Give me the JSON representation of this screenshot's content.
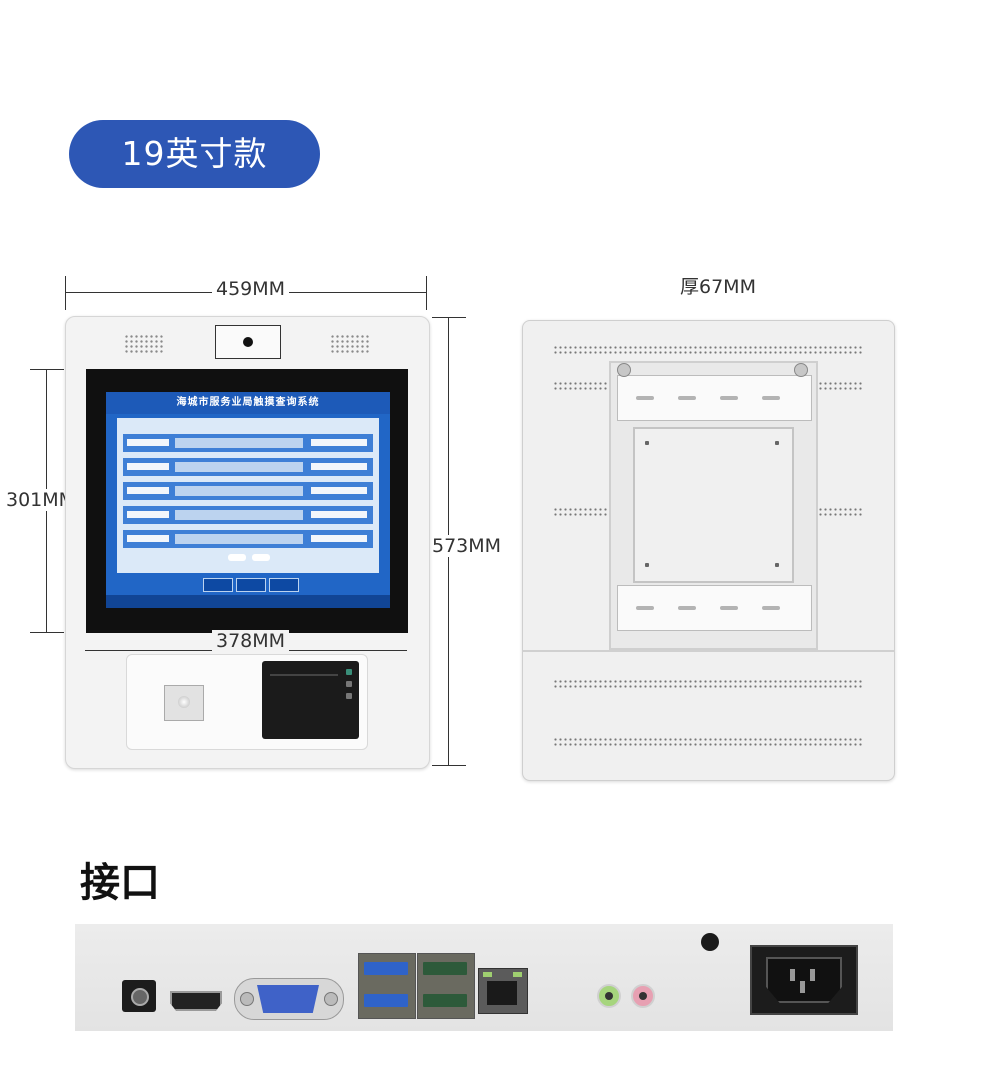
{
  "badge": {
    "label": "19英寸款"
  },
  "front_view": {
    "width_label": "459MM",
    "screen_height_label": "301MM",
    "screen_width_label": "378MM",
    "height_label": "573MM",
    "screen": {
      "title": "海城市服务业局触摸查询系统"
    }
  },
  "back_view": {
    "thickness_label": "厚67MM"
  },
  "ports": {
    "title": "接口"
  },
  "colors": {
    "badge_bg": "#2d57b5",
    "screen_bg": "#2166c6",
    "usb3_blue": "#2f63c9",
    "usb2_green": "#2d5a3a"
  }
}
